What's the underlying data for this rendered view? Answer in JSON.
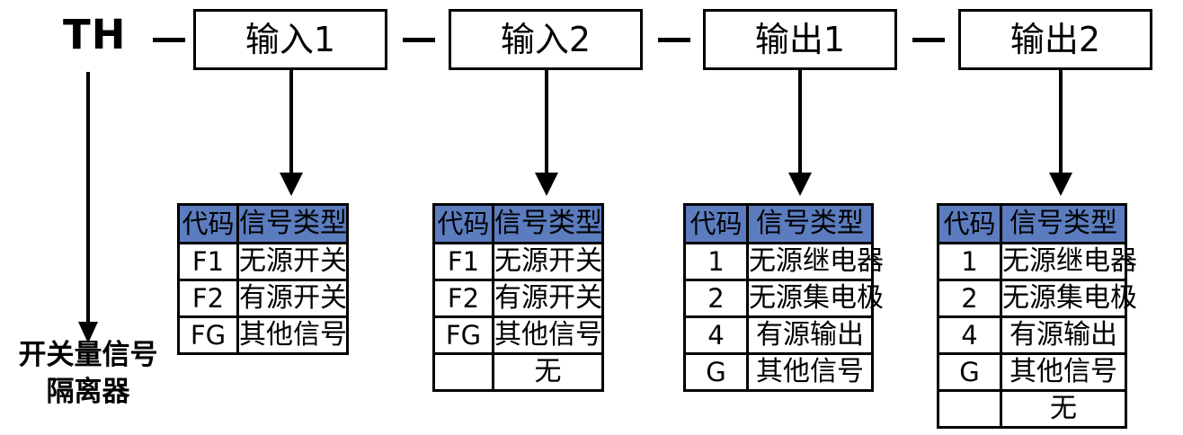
{
  "diagram": {
    "root_code": "TH",
    "separator": "—",
    "segments": [
      {
        "label": "输入1"
      },
      {
        "label": "输入2"
      },
      {
        "label": "输出1"
      },
      {
        "label": "输出2"
      }
    ],
    "caption_lines": [
      "开关量信号",
      "隔离器"
    ],
    "header_color": "#5B7CBE",
    "line_color": "#000000",
    "background_color": "#FFFFFF"
  },
  "tables": [
    {
      "name": "input1-table",
      "columns": [
        "代码",
        "信号类型"
      ],
      "rows": [
        {
          "code": "F1",
          "type": "无源开关"
        },
        {
          "code": "F2",
          "type": "有源开关"
        },
        {
          "code": "FG",
          "type": "其他信号"
        }
      ]
    },
    {
      "name": "input2-table",
      "columns": [
        "代码",
        "信号类型"
      ],
      "rows": [
        {
          "code": "F1",
          "type": "无源开关"
        },
        {
          "code": "F2",
          "type": "有源开关"
        },
        {
          "code": "FG",
          "type": "其他信号"
        },
        {
          "code": "",
          "type": "无"
        }
      ]
    },
    {
      "name": "output1-table",
      "columns": [
        "代码",
        "信号类型"
      ],
      "rows": [
        {
          "code": "1",
          "type": "无源继电器"
        },
        {
          "code": "2",
          "type": "无源集电极"
        },
        {
          "code": "4",
          "type": "有源输出"
        },
        {
          "code": "G",
          "type": "其他信号"
        }
      ]
    },
    {
      "name": "output2-table",
      "columns": [
        "代码",
        "信号类型"
      ],
      "rows": [
        {
          "code": "1",
          "type": "无源继电器"
        },
        {
          "code": "2",
          "type": "无源集电极"
        },
        {
          "code": "4",
          "type": "有源输出"
        },
        {
          "code": "G",
          "type": "其他信号"
        },
        {
          "code": "",
          "type": "无"
        }
      ]
    }
  ]
}
